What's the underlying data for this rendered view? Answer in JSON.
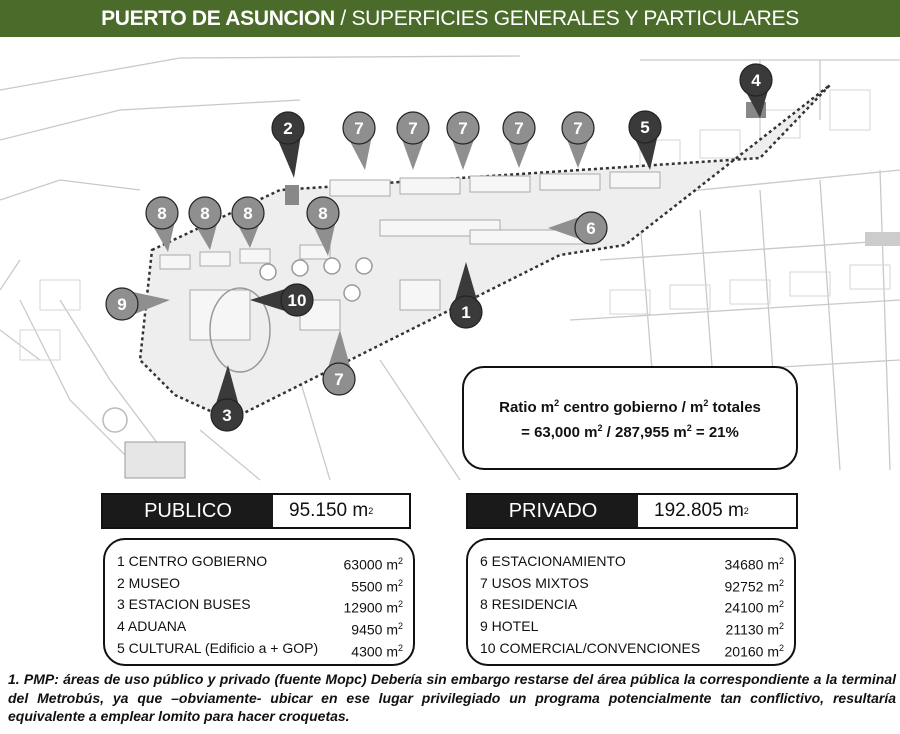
{
  "title": {
    "bold": "PUERTO DE ASUNCION",
    "rest": " / SUPERFICIES GENERALES Y PARTICULARES"
  },
  "pins": [
    {
      "label": "2"
    },
    {
      "label": "7"
    },
    {
      "label": "7"
    },
    {
      "label": "7"
    },
    {
      "label": "7"
    },
    {
      "label": "7"
    },
    {
      "label": "5"
    },
    {
      "label": "4"
    },
    {
      "label": "8"
    },
    {
      "label": "8"
    },
    {
      "label": "8"
    },
    {
      "label": "8"
    },
    {
      "label": "6"
    },
    {
      "label": "9"
    },
    {
      "label": "10"
    },
    {
      "label": "1"
    },
    {
      "label": "7"
    },
    {
      "label": "3"
    }
  ],
  "ratio": {
    "line1_a": "Ratio m",
    "line1_sup": "2",
    "line1_b": " centro gobierno / m",
    "line1_sup2": "2",
    "line1_c": " totales",
    "line2_a": "= 63,000 m",
    "line2_sup": "2",
    "line2_b": " / 287,955 m",
    "line2_sup2": "2",
    "line2_c": " = 21%"
  },
  "publico": {
    "label": "PUBLICO",
    "value": "95.150 m",
    "unit_sup": "2",
    "items": [
      {
        "name": "1 CENTRO GOBIERNO",
        "value": "63000 m",
        "sup": "2"
      },
      {
        "name": "2 MUSEO",
        "value": "5500 m",
        "sup": "2"
      },
      {
        "name": "3 ESTACION BUSES",
        "value": "12900 m",
        "sup": "2"
      },
      {
        "name": "4 ADUANA",
        "value": "9450 m",
        "sup": "2"
      },
      {
        "name": "5 CULTURAL (Edificio a + GOP)",
        "value": "4300 m",
        "sup": "2"
      }
    ]
  },
  "privado": {
    "label": "PRIVADO",
    "value": "192.805 m",
    "unit_sup": "2",
    "items": [
      {
        "name": "6 ESTACIONAMIENTO",
        "value": "34680 m",
        "sup": "2"
      },
      {
        "name": "7 USOS MIXTOS",
        "value": "92752 m",
        "sup": "2"
      },
      {
        "name": "8 RESIDENCIA",
        "value": "24100 m",
        "sup": "2"
      },
      {
        "name": "9 HOTEL",
        "value": "21130 m",
        "sup": "2"
      },
      {
        "name": "10 COMERCIAL/CONVENCIONES",
        "value": "20160 m",
        "sup": "2"
      }
    ]
  },
  "footnote": "1. PMP: áreas de uso público y privado (fuente Mopc) Debería sin embargo restarse del área pública la correspondiente a la terminal del Metrobús, ya que –obviamente-  ubicar en ese lugar privilegiado un programa potencialmente tan conflictivo, resultaría equivalente a emplear lomito para hacer croquetas."
}
